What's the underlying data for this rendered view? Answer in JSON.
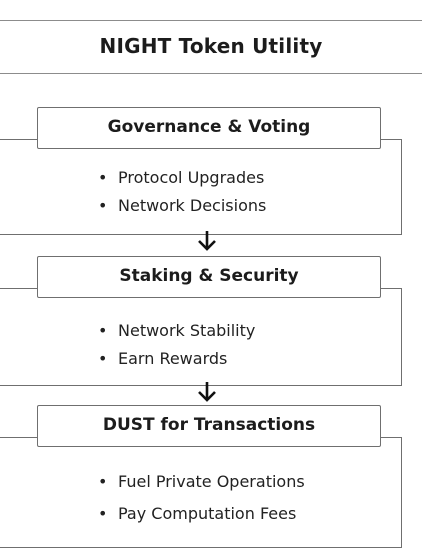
{
  "title": "NIGHT Token Utility",
  "sections": [
    {
      "heading": "Governance & Voting",
      "items": [
        "Protocol Upgrades",
        "Network Decisions"
      ]
    },
    {
      "heading": "Staking & Security",
      "items": [
        "Network Stability",
        "Earn Rewards"
      ]
    },
    {
      "heading": "DUST for Transactions",
      "items": [
        "Fuel Private Operations",
        "Pay Computation Fees"
      ]
    }
  ],
  "bullet_glyph": "•",
  "icons": {
    "connector": "arrow-down-icon"
  },
  "colors": {
    "border": "#6f6f6f",
    "rule": "#8c8c8c",
    "text": "#1c1c1c",
    "background": "#ffffff"
  }
}
